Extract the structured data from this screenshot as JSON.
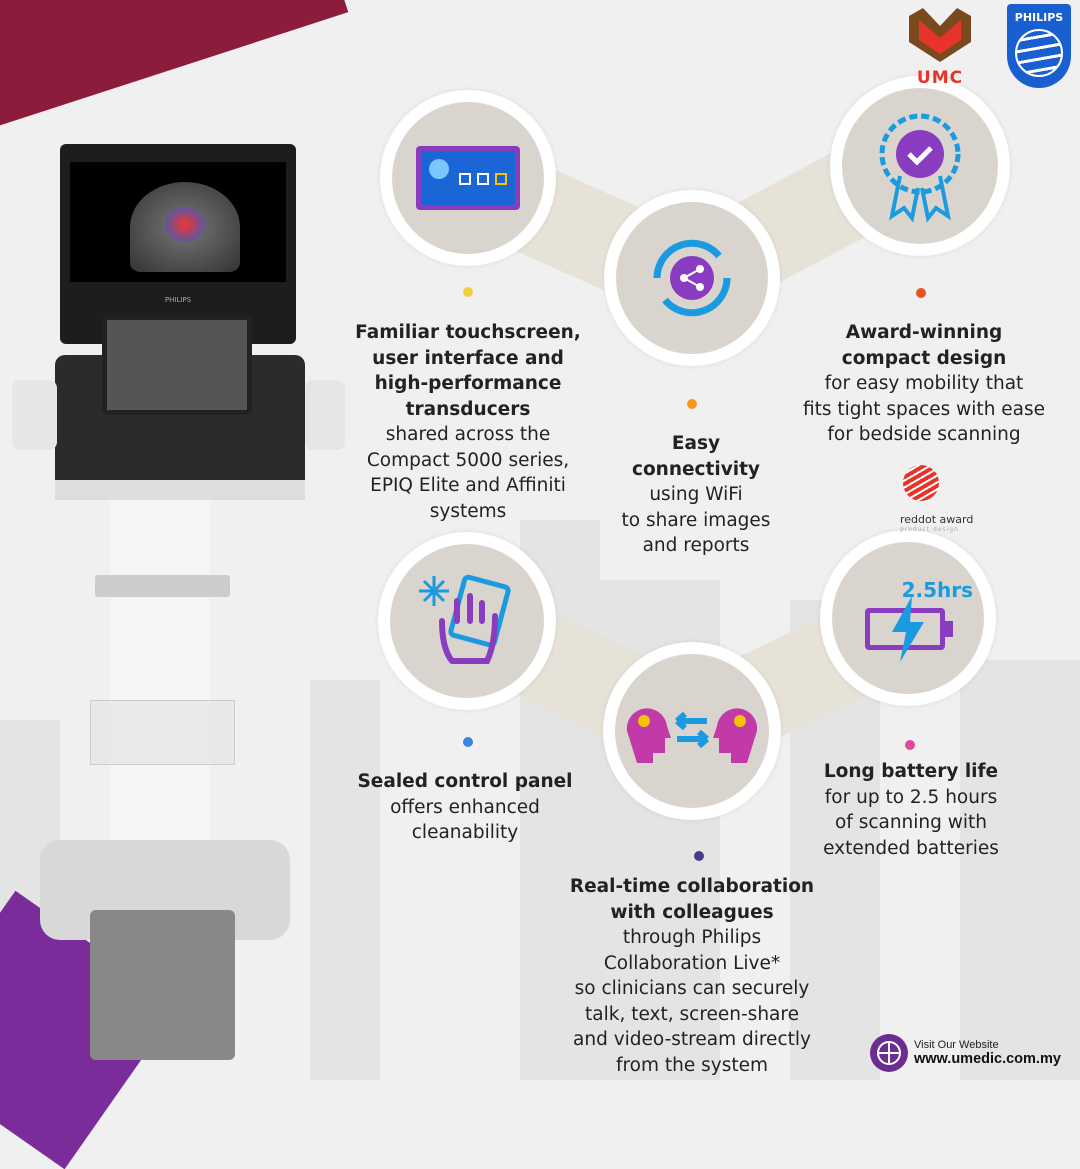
{
  "logos": {
    "umc": "UMC",
    "philips": "PHILIPS",
    "reddot_line1": "reddot award",
    "reddot_line2": "product design"
  },
  "machine": {
    "brand": "PHILIPS"
  },
  "features": [
    {
      "title": [
        "Familiar touchscreen,",
        "user interface and",
        "high-performance",
        "transducers"
      ],
      "body": [
        "shared across the",
        "Compact 5000 series,",
        "EPIQ Elite and Affiniti",
        "systems"
      ],
      "icon": "touchscreen-icon",
      "dot_color": "#f2d03b"
    },
    {
      "title": [
        "Easy",
        "connectivity"
      ],
      "body": [
        "using WiFi",
        "to share images",
        "and reports"
      ],
      "icon": "share-sync-icon",
      "dot_color": "#f39a1b"
    },
    {
      "title": [
        "Award-winning",
        "compact design"
      ],
      "body": [
        "for easy mobility that",
        "fits tight spaces with ease",
        "for bedside scanning"
      ],
      "icon": "award-badge-icon",
      "dot_color": "#e8541c"
    },
    {
      "title": [
        "Sealed control panel"
      ],
      "body": [
        "offers enhanced",
        "cleanability"
      ],
      "icon": "clean-hand-icon",
      "dot_color": "#3a86d8"
    },
    {
      "title": [
        "Real-time collaboration",
        "with colleagues"
      ],
      "body": [
        "through Philips",
        "Collaboration Live*",
        "so clinicians can securely",
        "talk, text, screen-share",
        "and video-stream directly",
        "from the system"
      ],
      "icon": "collaboration-icon",
      "dot_color": "#4b3a8a"
    },
    {
      "title": [
        "Long battery life"
      ],
      "body": [
        "for up to 2.5 hours",
        "of scanning with",
        "extended batteries"
      ],
      "icon": "battery-icon",
      "dot_color": "#e0489a",
      "icon_label": "2.5hrs"
    }
  ],
  "footer": {
    "visit": "Visit Our Website",
    "url": "www.umedic.com.my"
  },
  "colors": {
    "purple": "#7a3aa8",
    "blue": "#1a9be0",
    "circle": "#d9d4ce",
    "band": "#e7e2d8",
    "maroon": "#8c1c3c"
  }
}
